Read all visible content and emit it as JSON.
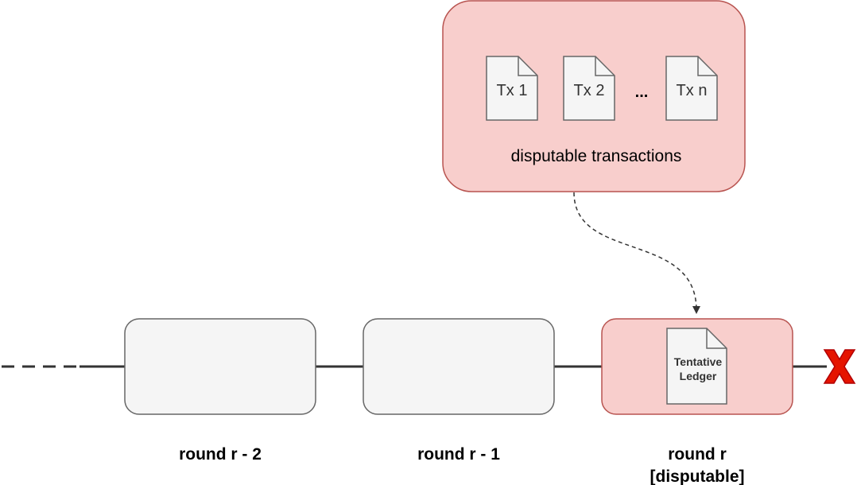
{
  "transactions_group": {
    "docs": [
      "Tx 1",
      "Tx 2",
      "Tx n"
    ],
    "ellipsis": "...",
    "label": "disputable transactions"
  },
  "rounds": [
    {
      "label_line1": "round r - 2",
      "label_line2": ""
    },
    {
      "label_line1": "round r - 1",
      "label_line2": ""
    },
    {
      "label_line1": "round r",
      "label_line2": "[disputable]"
    }
  ],
  "tentative_ledger": {
    "line1": "Tentative",
    "line2": "Ledger"
  },
  "colors": {
    "disputable_fill": "#f8cecc",
    "disputable_stroke": "#b85450",
    "round_fill": "#f5f5f5",
    "round_stroke": "#666666",
    "doc_fill": "#f5f5f5",
    "doc_stroke": "#666666",
    "x_mark": "#e51400"
  }
}
